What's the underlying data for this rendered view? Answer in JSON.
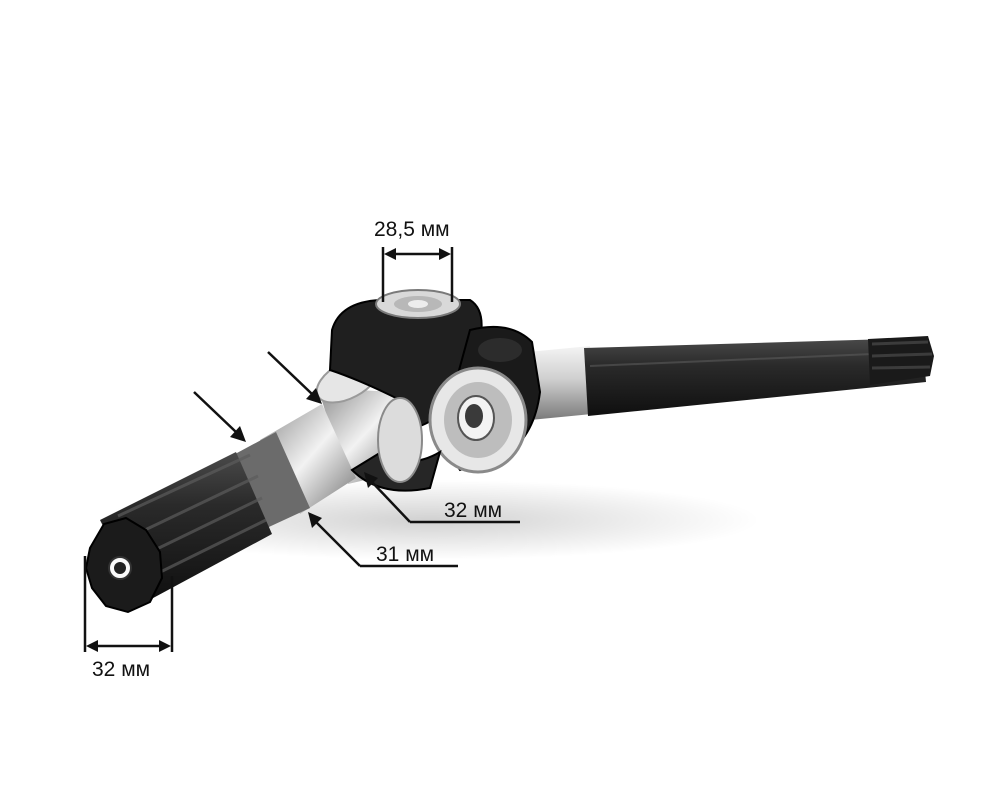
{
  "dimensions": {
    "top_diameter": "28,5 мм",
    "neck_diameter": "32 мм",
    "shaft_diameter": "31 мм",
    "spline_diameter": "32 мм"
  },
  "colors": {
    "background": "#ffffff",
    "metal_dark": "#1b1b1b",
    "metal_mid": "#3a3a3a",
    "steel_light": "#d6d6d6",
    "dimension_line": "#111111"
  }
}
